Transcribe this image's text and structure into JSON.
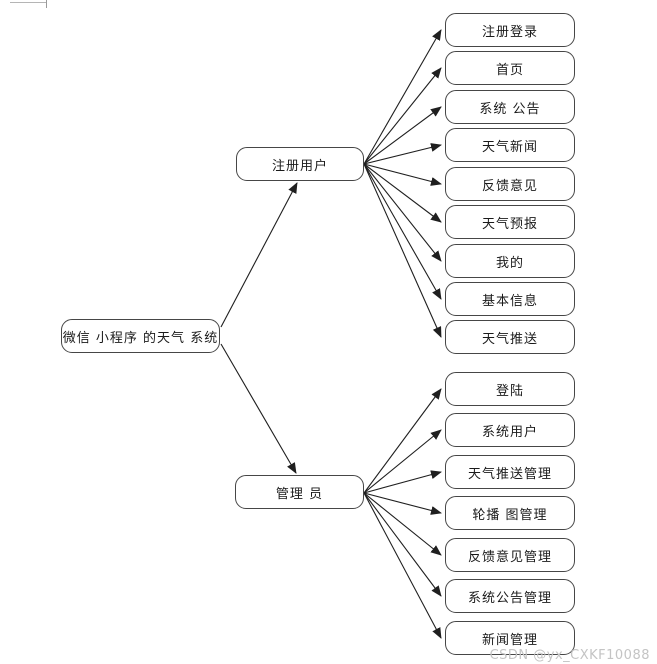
{
  "page": {
    "watermark": "CSDN @yx_CXKF10088"
  },
  "colors": {
    "node_border": "#464646",
    "connector": "#1f1f1f",
    "watermark_gray": "#c4c4c4"
  },
  "diagram": {
    "root_label": "微信 小程序 的天气 系统",
    "actors": {
      "user_label": "注册用户",
      "admin_label": "管理 员"
    },
    "user_functions": [
      "注册登录",
      "首页",
      "系统 公告",
      "天气新闻",
      "反馈意见",
      "天气预报",
      "我的",
      "基本信息",
      "天气推送"
    ],
    "admin_functions": [
      "登陆",
      "系统用户",
      "天气推送管理",
      "轮播 图管理",
      "反馈意见管理",
      "系统公告管理",
      "新闻管理"
    ]
  }
}
